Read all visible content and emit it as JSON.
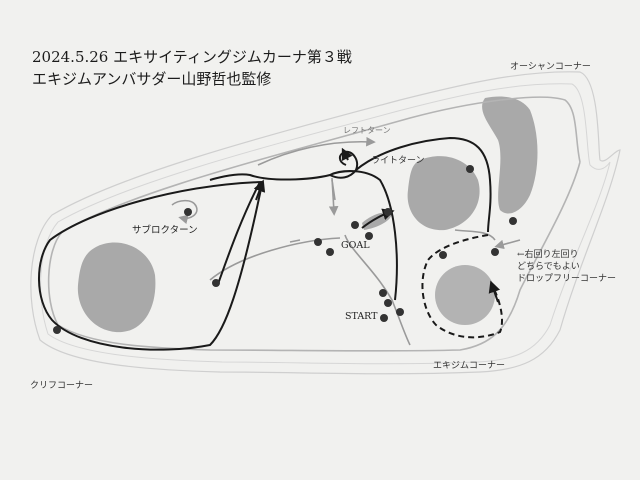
{
  "header": {
    "title_line1": "2024.5.26 エキサイティングジムカーナ第３戦",
    "title_line2": "エキジムアンバサダー山野哲也監修"
  },
  "labels": {
    "ocean_corner": "オーシャンコーナー",
    "left_turn": "レフトターン",
    "right_turn": "ライトターン",
    "sub_block_turn": "サブロクターン",
    "goal": "GOAL",
    "start": "START",
    "cliff_corner": "クリフコーナー",
    "exgym_corner": "エキジムコーナー",
    "drop_free_corner": "ドロップフリーコーナー"
  },
  "note": {
    "line1": "←右回り左回り",
    "line2": "どちらでもよい"
  },
  "colors": {
    "background": "#f1f1ef",
    "course_outline": "#c9c9c9",
    "grey_route": "#9a9a9a",
    "main_route": "#1a1a1a",
    "island_fill": "#a9a9a9",
    "pylon": "#333333"
  }
}
